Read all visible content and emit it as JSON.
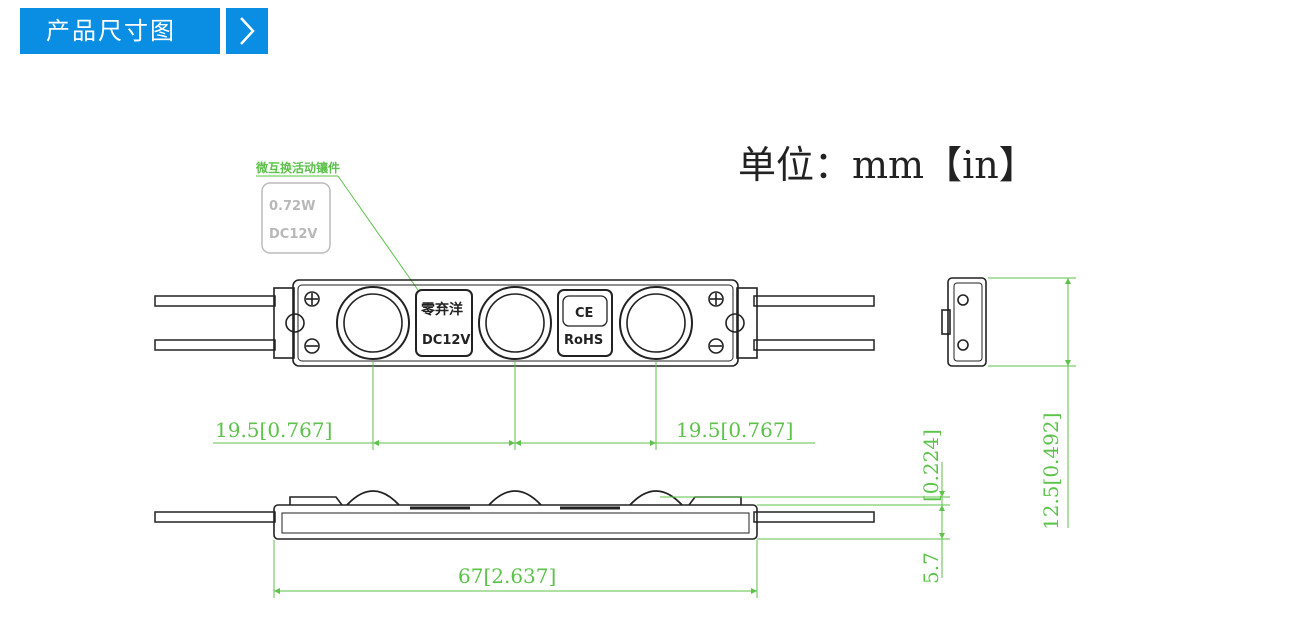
{
  "header": {
    "title": "产品尺寸图",
    "arrow_glyph": "〉"
  },
  "units_label": "单位：mm【in】",
  "annotation": {
    "text": "微互换活动镶件"
  },
  "insert_ghost": {
    "line1": "0.72W",
    "line2": "DC12V"
  },
  "module_labels": {
    "brand": "零弃洋",
    "voltage": "DC12V",
    "ce": "CE",
    "rohs": "RoHS"
  },
  "dimensions": {
    "pitch_left": "19.5[0.767]",
    "pitch_right": "19.5[0.767]",
    "length": "67[2.637]",
    "width": "12.5[0.492]",
    "lens_height": "[0.224]",
    "body_height": "5.7"
  },
  "colors": {
    "header_bg": "#0a8ee3",
    "dimension": "#5cc24a",
    "outline": "#222222"
  }
}
